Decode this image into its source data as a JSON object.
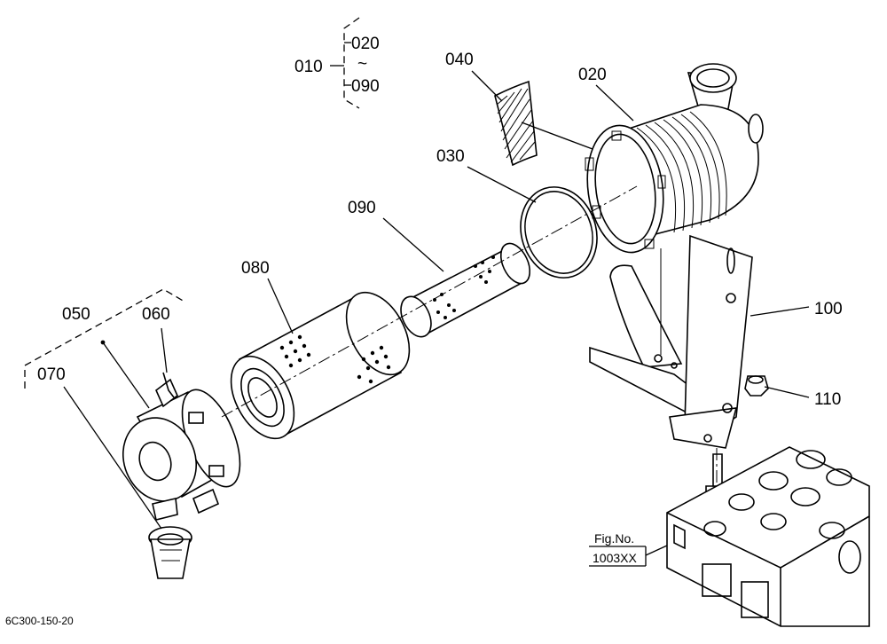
{
  "callouts": {
    "group_main": "010",
    "group_from": "020",
    "group_tilde": "~",
    "group_to": "090",
    "p020": "020",
    "p030": "030",
    "p040": "040",
    "p050": "050",
    "p060": "060",
    "p070": "070",
    "p080": "080",
    "p090": "090",
    "p100": "100",
    "p110": "110"
  },
  "reference": {
    "fig_label": "Fig.No.",
    "fig_number": "1003XX"
  },
  "drawing_code": "6C300-150-20"
}
